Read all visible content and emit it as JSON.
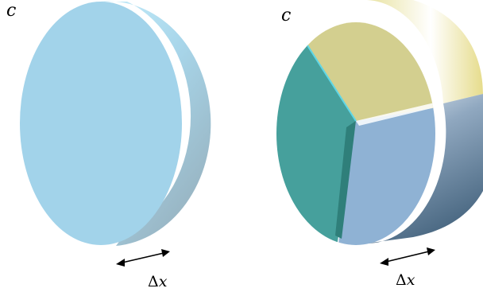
{
  "left_panel": {
    "set_label": "c",
    "thickness_label": {
      "symbol": "Δ",
      "variable": "x"
    }
  },
  "right_panel": {
    "set_label": "c",
    "thickness_label": {
      "symbol": "Δ",
      "variable": "x"
    },
    "partition_pieces": 3
  },
  "colors": {
    "left_face": "#a2d3ea",
    "left_rim_light": "#bfe8f7",
    "left_rim_dark": "#9fbfcf",
    "yellow_piece": "#d3cf8f",
    "teal_piece": "#46a09c",
    "blue_piece": "#8fb2d4",
    "right_rim_light": "#ffffff",
    "right_rim_dark": "#4e6f8a",
    "arrow": "#000000"
  }
}
